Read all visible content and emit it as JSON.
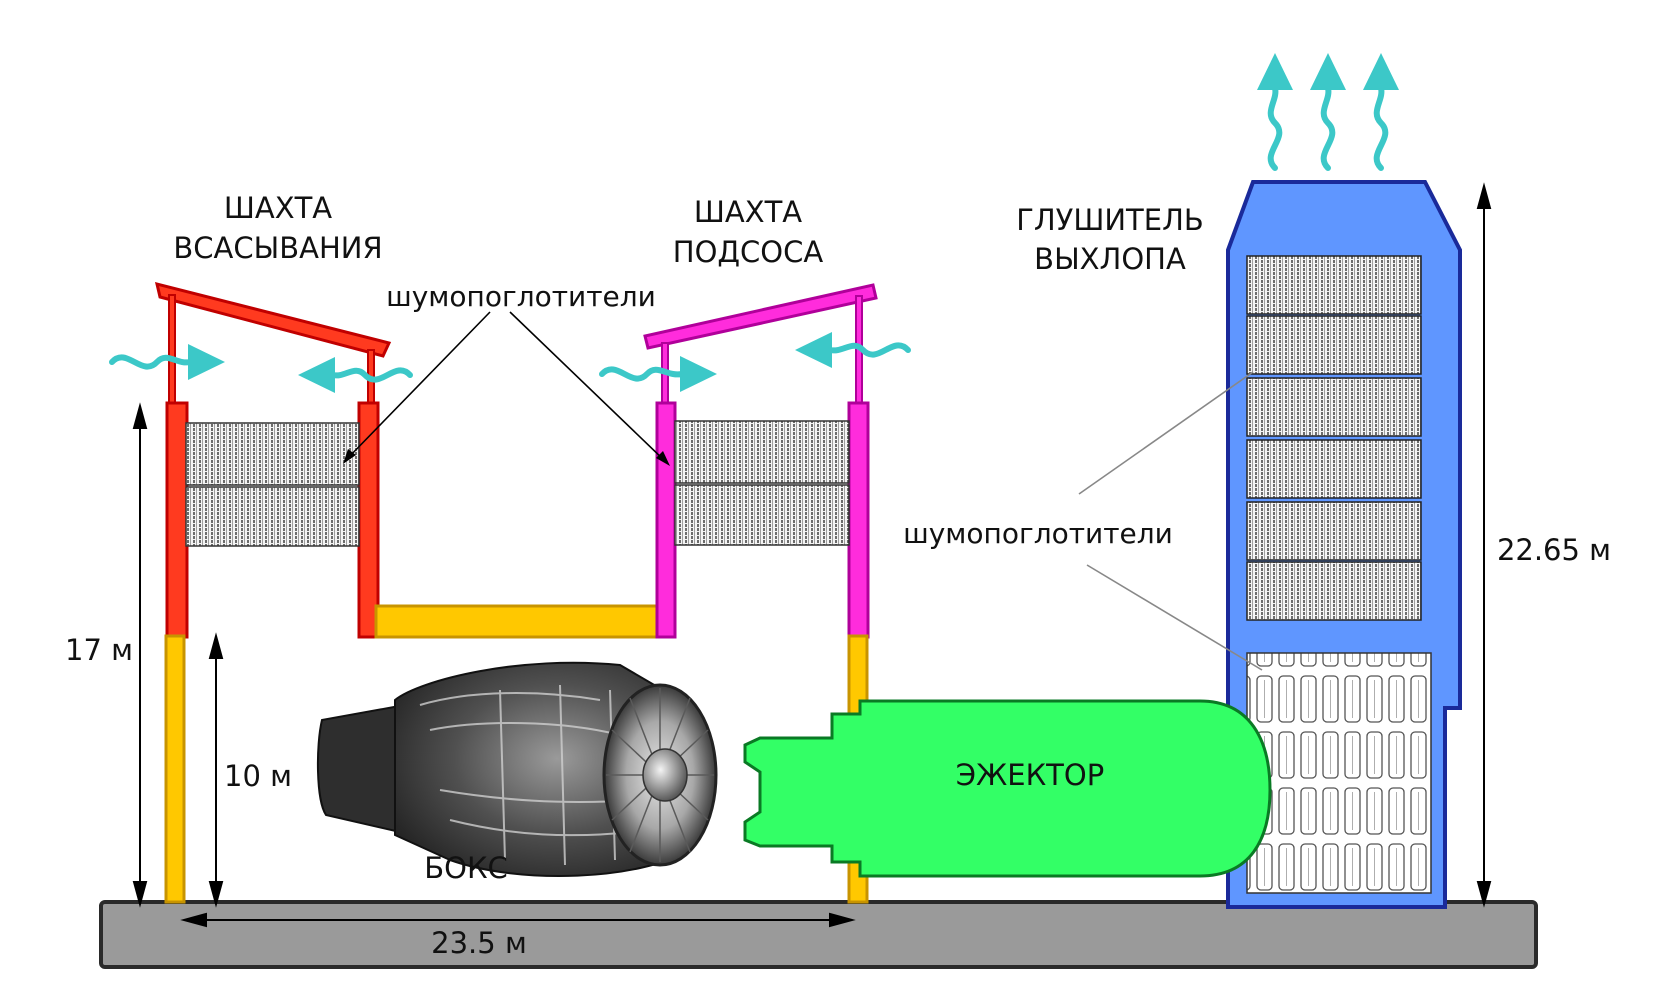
{
  "labels": {
    "intake_shaft_line1": "ШАХТА",
    "intake_shaft_line2": "ВСАСЫВАНИЯ",
    "suction_shaft_line1": "ШАХТА",
    "suction_shaft_line2": "ПОДСОСА",
    "exhaust_silencer_line1": "ГЛУШИТЕЛЬ",
    "exhaust_silencer_line2": "ВЫХЛОПА",
    "silencers_top": "шумопоглотители",
    "silencers_right": "шумопоглотители",
    "ejector": "ЭЖЕКТОР",
    "box": "БОКС"
  },
  "dimensions": {
    "height_17": "17 м",
    "height_10": "10 м",
    "length_23_5": "23.5 м",
    "height_22_65": "22.65 м"
  },
  "colors": {
    "intake_shaft": "#ff3a1f",
    "suction_shaft": "#ff2cdc",
    "connector": "#ffc800",
    "silencer_body": "#5f96ff",
    "ejector": "#33ff66",
    "airflow": "#3cc8c8",
    "ground": "#9a9a9a"
  }
}
